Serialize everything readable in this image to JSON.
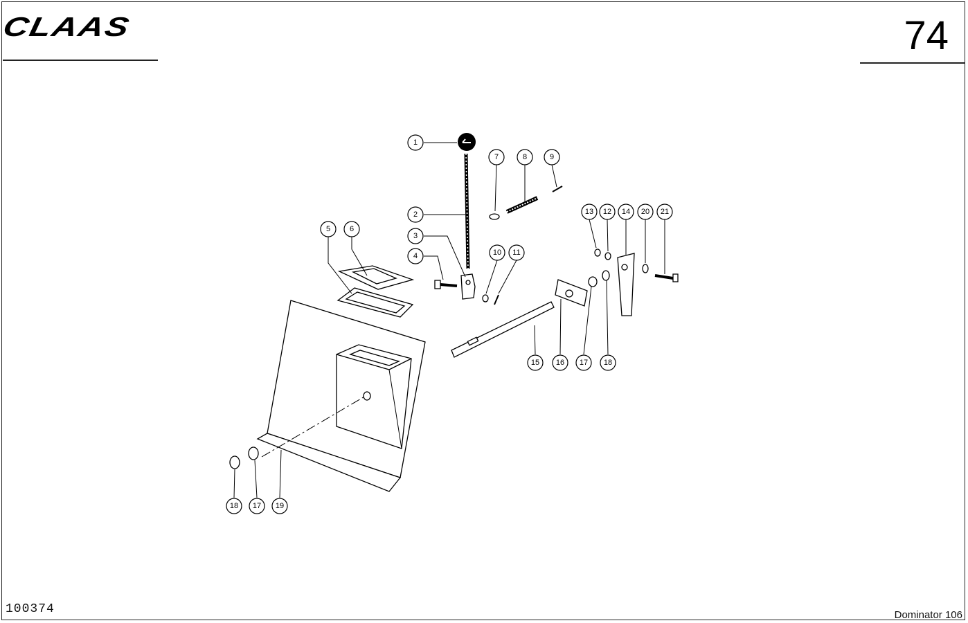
{
  "header": {
    "brand": "CLAAS",
    "page_number": "74"
  },
  "footer": {
    "drawing_number": "100374",
    "machine_model": "Dominator 106"
  },
  "callouts": [
    "1",
    "2",
    "3",
    "4",
    "5",
    "6",
    "7",
    "8",
    "9",
    "10",
    "11",
    "12",
    "13",
    "14",
    "15",
    "16",
    "17",
    "18",
    "20",
    "21",
    "18",
    "17",
    "19"
  ],
  "colors": {
    "line": "#000000",
    "background": "#ffffff"
  }
}
